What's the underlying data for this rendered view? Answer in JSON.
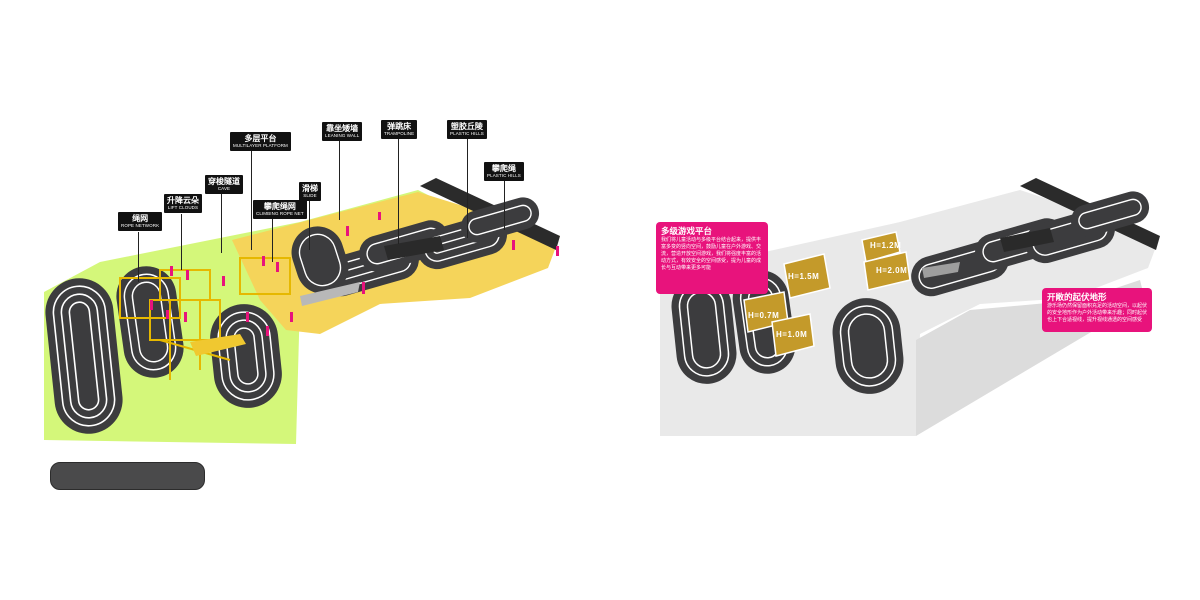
{
  "left_panel": {
    "labels": [
      {
        "id": "rope_network",
        "cn": "绳网",
        "en": "ROPE NETWORK"
      },
      {
        "id": "lift_cloud",
        "cn": "升降云朵",
        "en": "LIFT CLOUDS"
      },
      {
        "id": "cave",
        "cn": "穿梭隧道",
        "en": "CAVE"
      },
      {
        "id": "multilayer_platform",
        "cn": "多层平台",
        "en": "MULTILAYER PLATFORM"
      },
      {
        "id": "climbing_rope_net",
        "cn": "攀爬绳网",
        "en": "CLIMBING ROPE NET"
      },
      {
        "id": "slide",
        "cn": "滑梯",
        "en": "SLIDE"
      },
      {
        "id": "leaning_wall",
        "cn": "靠坐矮墙",
        "en": "LEANING WALL"
      },
      {
        "id": "trampoline",
        "cn": "弹跳床",
        "en": "TRAMPOLINE"
      },
      {
        "id": "plastic_hills",
        "cn": "塑胶丘陵",
        "en": "PLASTIC HILLS"
      },
      {
        "id": "climbing_rope",
        "cn": "攀爬绳",
        "en": "PLASTIC HILLS"
      }
    ]
  },
  "right_panel": {
    "info_boxes": [
      {
        "id": "multilevel",
        "title": "多级游戏平台",
        "body": "我们将儿童活动与多级平台结合起来，提供丰富多变的竖向空间，鼓励儿童在户外游戏、交流，营造开放空间游戏，我们将强度丰富的活动方式，有效安全的空间感受，提为儿童的成长与互动带来更多可能"
      },
      {
        "id": "terrain",
        "title": "开敞的起伏地形",
        "body": "游乐场仍然保留面积充足的活动空间，以起伏的安全地形作为户外活动带来乐趣；同时起伏也上下合适视线，提升视线通透的空间感受"
      }
    ],
    "heights": [
      {
        "id": "h12",
        "text": "H=1.2M"
      },
      {
        "id": "h20",
        "text": "H=2.0M"
      },
      {
        "id": "h15",
        "text": "H=1.5M"
      },
      {
        "id": "h07",
        "text": "H=0.7M"
      },
      {
        "id": "h10",
        "text": "H=1.0M"
      }
    ]
  },
  "colors": {
    "green_ground": "#d4f77a",
    "yellow_ground": "#f5d45a",
    "track": "#3c3c3e",
    "track_lines": "#ffffff",
    "magenta": "#e8137c",
    "gold_platform": "#c49a2a",
    "grey_ground": "#e8e8e8"
  }
}
